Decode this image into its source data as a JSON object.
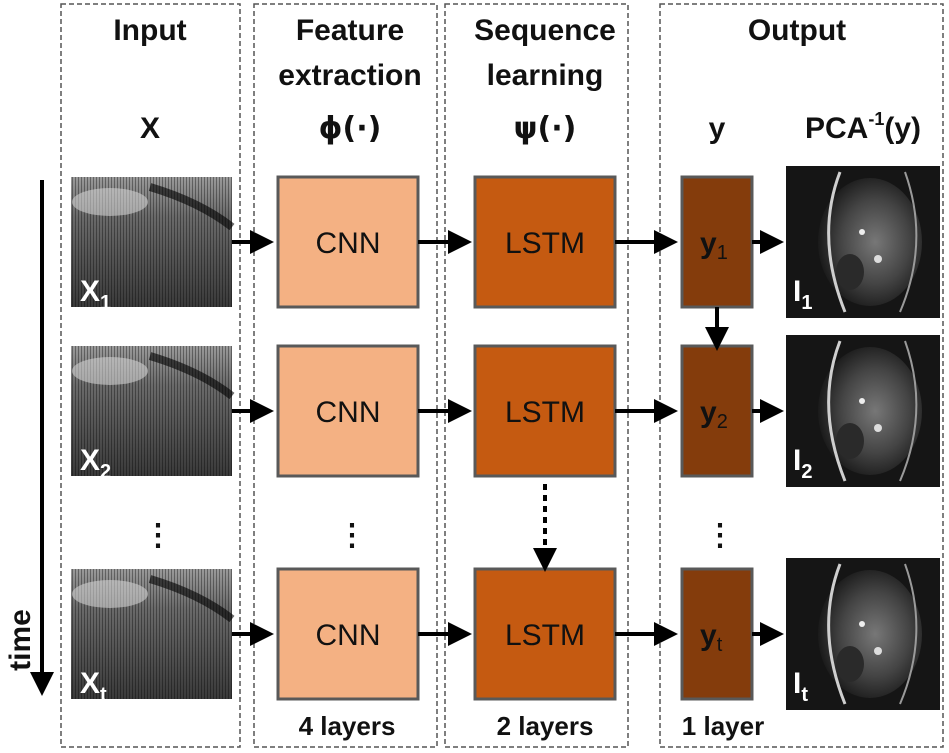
{
  "columns": {
    "input": {
      "title": "Input",
      "symbol": "X"
    },
    "feature": {
      "title_line1": "Feature",
      "title_line2": "extraction",
      "symbol": "ϕ(·)",
      "layers": "4 layers",
      "box_label": "CNN"
    },
    "sequence": {
      "title_line1": "Sequence",
      "title_line2": "learning",
      "symbol": "ψ(·)",
      "layers": "2 layers",
      "box_label": "LSTM"
    },
    "output": {
      "title": "Output",
      "symbol_y": "y",
      "symbol_pca": "PCA",
      "symbol_pca_sup": "-1",
      "symbol_pca_arg": "(y)",
      "layers": "1 layer"
    }
  },
  "time_label": "time",
  "rows": [
    {
      "x_main": "X",
      "x_sub": "1",
      "y_main": "y",
      "y_sub": "1",
      "i_main": "I",
      "i_sub": "1"
    },
    {
      "x_main": "X",
      "x_sub": "2",
      "y_main": "y",
      "y_sub": "2",
      "i_main": "I",
      "i_sub": "2"
    },
    {
      "x_main": "X",
      "x_sub": "t",
      "y_main": "y",
      "y_sub": "t",
      "i_main": "I",
      "i_sub": "t"
    }
  ],
  "ellipsis": "⋮",
  "colors": {
    "cnn_fill": "#F4B183",
    "lstm_fill": "#C55A11",
    "y_fill": "#843C0C",
    "box_border": "#595959",
    "arrow": "#000000"
  }
}
